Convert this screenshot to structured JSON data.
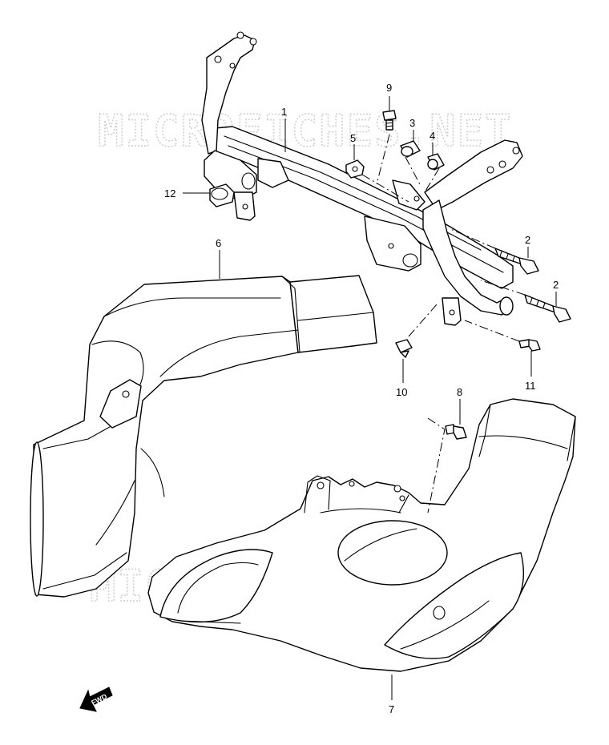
{
  "watermark": {
    "text": "MICROFICHES.NET"
  },
  "direction_label": "FWD",
  "callouts": {
    "p1": "1",
    "p2a": "2",
    "p2b": "2",
    "p3": "3",
    "p4": "4",
    "p5": "5",
    "p6": "6",
    "p7": "7",
    "p8": "8",
    "p9": "9",
    "p10": "10",
    "p11": "11",
    "p12": "12"
  },
  "colors": {
    "line": "#000000",
    "background": "#ffffff",
    "watermark": "#cfcfcf"
  }
}
